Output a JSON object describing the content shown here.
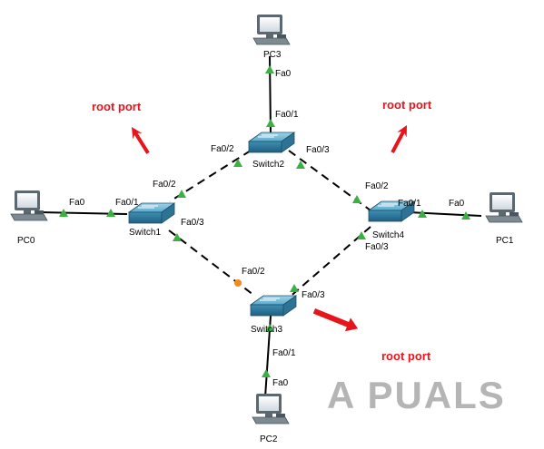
{
  "devices": {
    "pc3": "PC3",
    "pc0": "PC0",
    "pc1": "PC1",
    "pc2": "PC2",
    "switch1": "Switch1",
    "switch2": "Switch2",
    "switch3": "Switch3",
    "switch4": "Switch4"
  },
  "ports": {
    "pc3_fa0": "Fa0",
    "sw2_fa01": "Fa0/1",
    "sw2_fa02": "Fa0/2",
    "sw2_fa03": "Fa0/3",
    "sw1_fa02": "Fa0/2",
    "sw1_fa01": "Fa0/1",
    "sw1_fa03": "Fa0/3",
    "pc0_fa0": "Fa0",
    "sw4_fa02": "Fa0/2",
    "sw4_fa01": "Fa0/1",
    "sw4_fa03": "Fa0/3",
    "pc1_fa0": "Fa0",
    "sw3_fa02": "Fa0/2",
    "sw3_fa03": "Fa0/3",
    "sw3_fa01": "Fa0/1",
    "pc2_fa0": "Fa0"
  },
  "callouts": {
    "left": "root port",
    "right": "root port",
    "bottom": "root port"
  },
  "watermark": "A  PUALS",
  "colors": {
    "link_up": "#3cb043",
    "link_blocked": "#f28a1e",
    "callout_red": "#e8141b",
    "switch_body": "#3d8fb4"
  }
}
